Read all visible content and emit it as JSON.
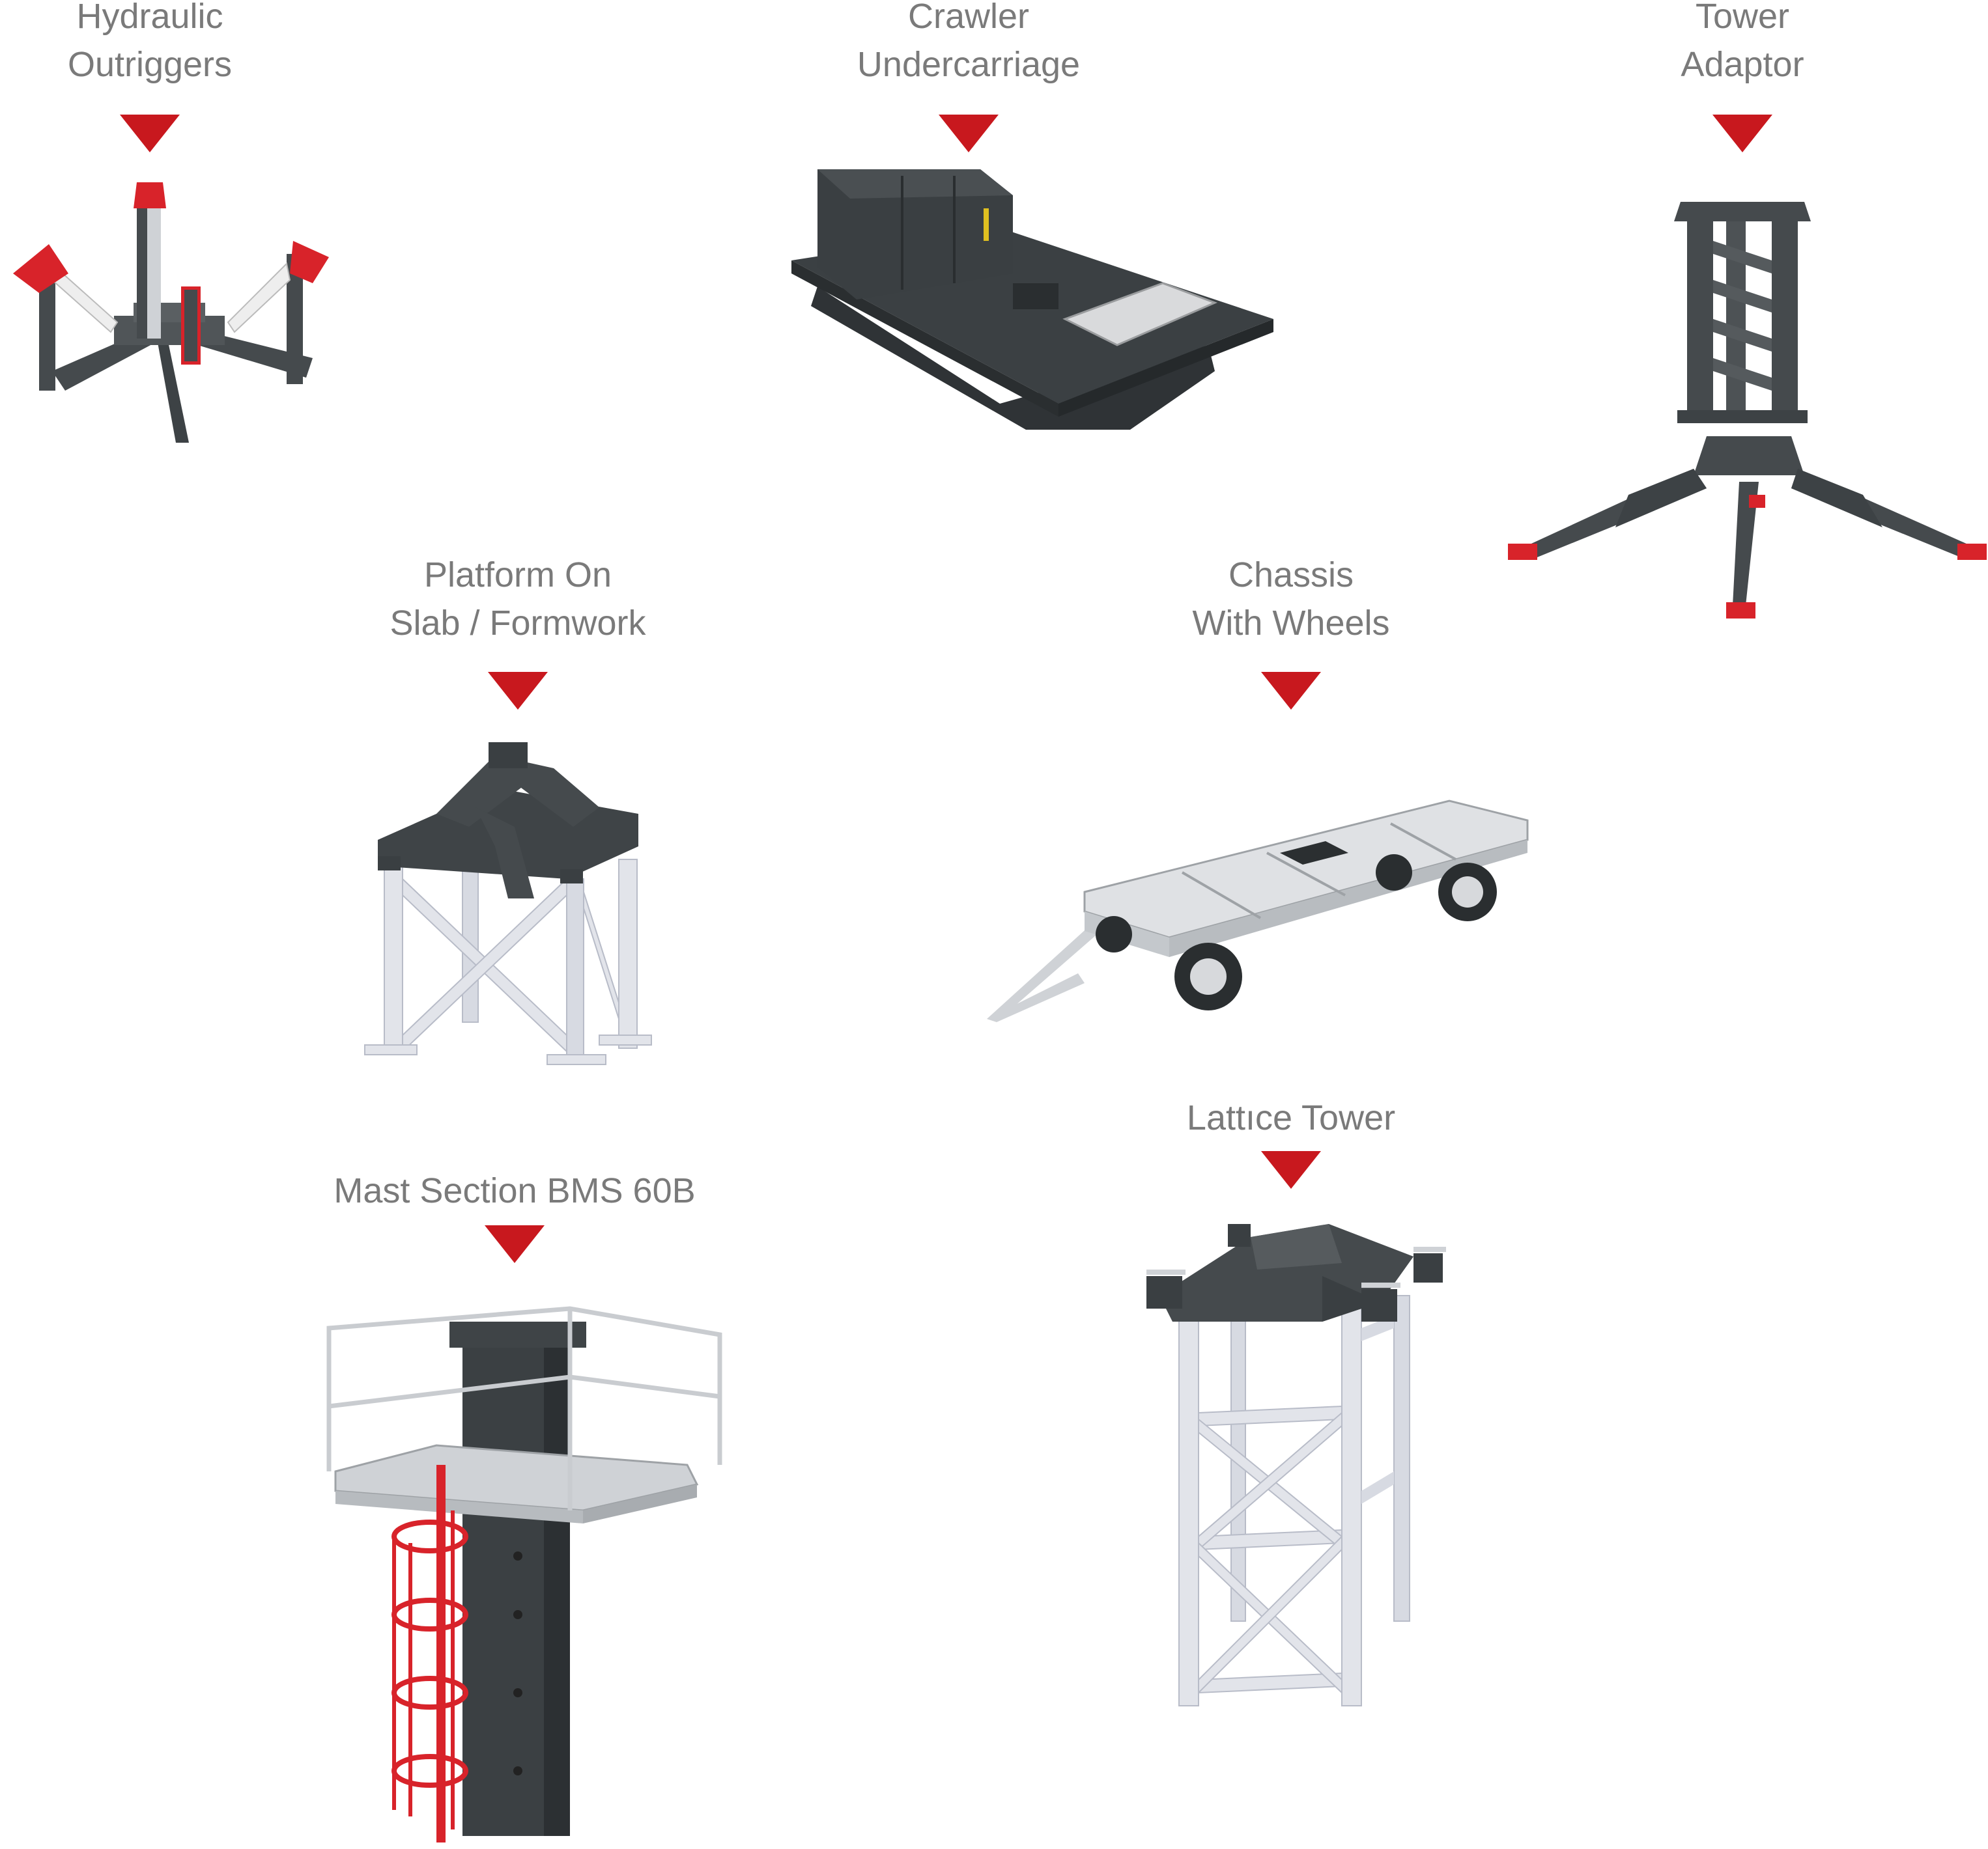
{
  "colors": {
    "label_text": "#7a7a7a",
    "arrow_red": "#c8181e",
    "steel_dark": "#454a4d",
    "steel_light": "#e2e4ea",
    "accent_red": "#d8232a"
  },
  "components": [
    {
      "id": "hydraulic-outriggers",
      "line1": "Hydraulic",
      "line2": "Outriggers",
      "icon": "triangle-down-icon"
    },
    {
      "id": "crawler-undercarriage",
      "line1": "Crawler",
      "line2": "Undercarriage",
      "icon": "triangle-down-icon"
    },
    {
      "id": "tower-adaptor",
      "line1": "Tower",
      "line2": "Adaptor",
      "icon": "triangle-down-icon"
    },
    {
      "id": "platform-on-slab",
      "line1": "Platform On",
      "line2": "Slab / Formwork",
      "icon": "triangle-down-icon"
    },
    {
      "id": "chassis-with-wheels",
      "line1": "Chassis",
      "line2": "With Wheels",
      "icon": "triangle-down-icon"
    },
    {
      "id": "mast-section",
      "line1": "Mast Section BMS 60B",
      "line2": "",
      "icon": "triangle-down-icon"
    },
    {
      "id": "lattice-tower",
      "line1": "Lattıce Tower",
      "line2": "",
      "icon": "triangle-down-icon"
    }
  ]
}
